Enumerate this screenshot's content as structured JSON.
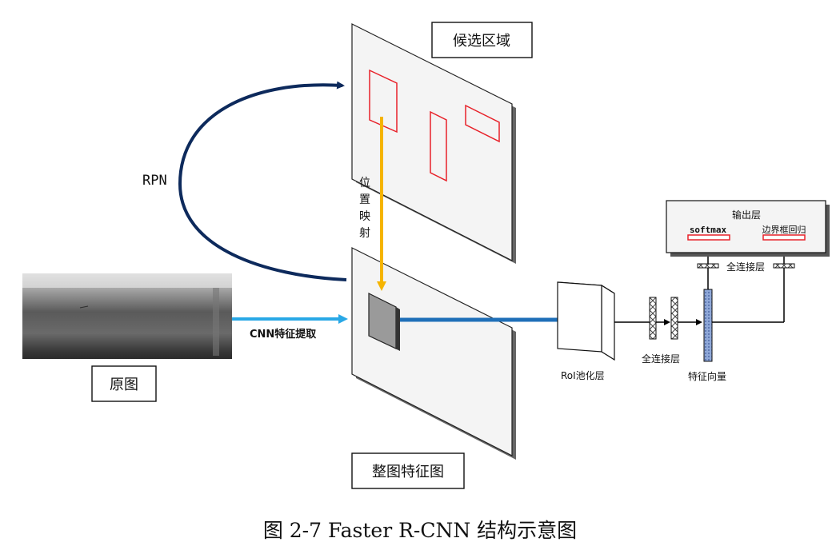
{
  "labels": {
    "candidate_regions": "候选区域",
    "rpn": "RPN",
    "position_mapping": [
      "位",
      "置",
      "映",
      "射"
    ],
    "cnn_feature_extraction": "CNN特征提取",
    "original_image": "原图",
    "whole_feature_map": "整图特征图",
    "roi_pooling": "RoI池化层",
    "fc_layer_bottom": "全连接层",
    "feature_vector": "特征向量",
    "output_layer": "输出层",
    "softmax": "softmax",
    "bbox_regression": "边界框回归",
    "fc_layer_top": "全连接层"
  },
  "caption": "图 2-7 Faster R-CNN 结构示意图",
  "colors": {
    "rpn_arrow": "#0d2a5c",
    "mapping_arrow": "#f5b400",
    "cnn_arrow": "#29a8e6",
    "feature_arrow": "#1f6fb8",
    "region_box": "#e8222a",
    "roi_patch": "#9a9a9a",
    "feature_vector_fill": "#8fa8d8"
  }
}
